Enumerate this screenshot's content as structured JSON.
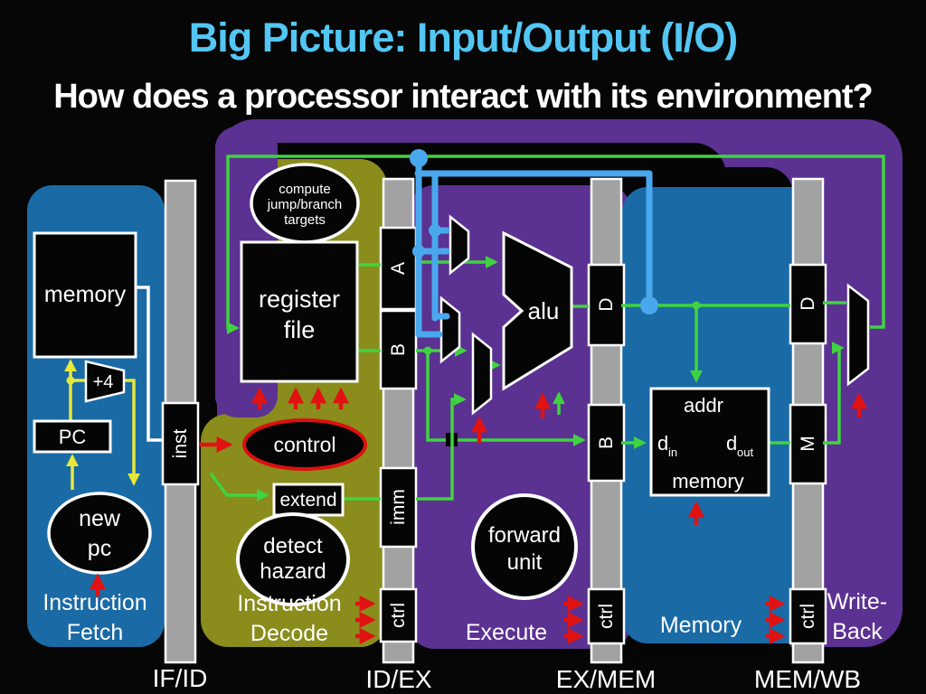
{
  "slide": {
    "title": "Big Picture: Input/Output (I/O)",
    "subtitle": "How does a processor interact with its environment?"
  },
  "colors": {
    "title_blue": "#53c6f3",
    "stage_blue_bg": "#1a6aa6",
    "decode_olive_bg": "#8a8c1c",
    "purple_bg": "#5b3192",
    "register_bar_gray": "#a2a2a2",
    "wire_green": "#3fd43f",
    "wire_yellow": "#e8e838",
    "wire_red": "#e11212",
    "wire_blue_forward": "#49a8ed",
    "block_black": "#050505"
  },
  "stages": {
    "fetch": {
      "label_line1": "Instruction",
      "label_line2": "Fetch",
      "memory_label": "memory",
      "pc_label": "PC",
      "plus4_label": "+4",
      "newpc_line1": "new",
      "newpc_line2": "pc"
    },
    "decode": {
      "label_line1": "Instruction",
      "label_line2": "Decode",
      "compute_line1": "compute",
      "compute_line2": "jump/branch",
      "compute_line3": "targets",
      "regfile_line1": "register",
      "regfile_line2": "file",
      "control_label": "control",
      "extend_label": "extend",
      "detect_line1": "detect",
      "detect_line2": "hazard"
    },
    "execute": {
      "label": "Execute",
      "alu_label": "alu",
      "forward_line1": "forward",
      "forward_line2": "unit"
    },
    "memory": {
      "label": "Memory",
      "addr_label": "addr",
      "din_base": "d",
      "din_sub": "in",
      "dout_base": "d",
      "dout_sub": "out",
      "mem_label": "memory"
    },
    "writeback": {
      "label_line1": "Write-",
      "label_line2": "Back"
    }
  },
  "registers": {
    "if_id": {
      "name": "IF/ID",
      "segments": [
        "inst"
      ]
    },
    "id_ex": {
      "name": "ID/EX",
      "segments": [
        "A",
        "B",
        "imm",
        "ctrl"
      ]
    },
    "ex_mem": {
      "name": "EX/MEM",
      "segments": [
        "D",
        "B",
        "ctrl"
      ]
    },
    "mem_wb": {
      "name": "MEM/WB",
      "segments": [
        "D",
        "M",
        "ctrl"
      ]
    }
  }
}
